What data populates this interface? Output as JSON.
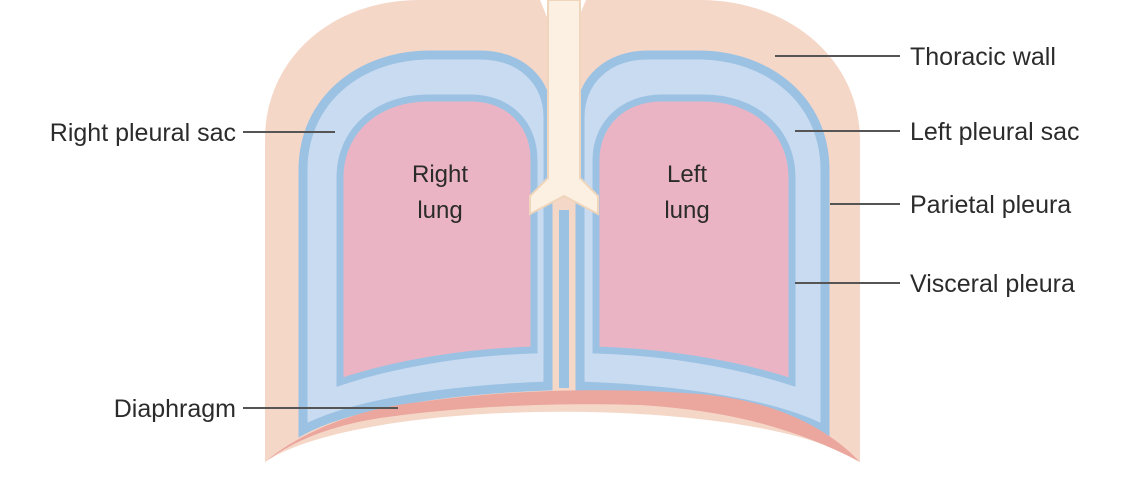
{
  "labels": {
    "thoracic_wall": "Thoracic wall",
    "right_pleural_sac": "Right pleural sac",
    "left_pleural_sac": "Left pleural sac",
    "parietal_pleura": "Parietal pleura",
    "visceral_pleura": "Visceral pleura",
    "diaphragm": "Diaphragm"
  },
  "lungs": {
    "right": {
      "line1": "Right",
      "line2": "lung"
    },
    "left": {
      "line1": "Left",
      "line2": "lung"
    }
  },
  "colors": {
    "thoracic_wall": "#f5d7c8",
    "pleural_sac": "#c9dbf1",
    "pleura_line": "#9cc2e3",
    "lung": "#ebb4c4",
    "diaphragm": "#eba69e",
    "trachea": "#fbf0e2",
    "trachea_outline": "#efd5bb"
  }
}
